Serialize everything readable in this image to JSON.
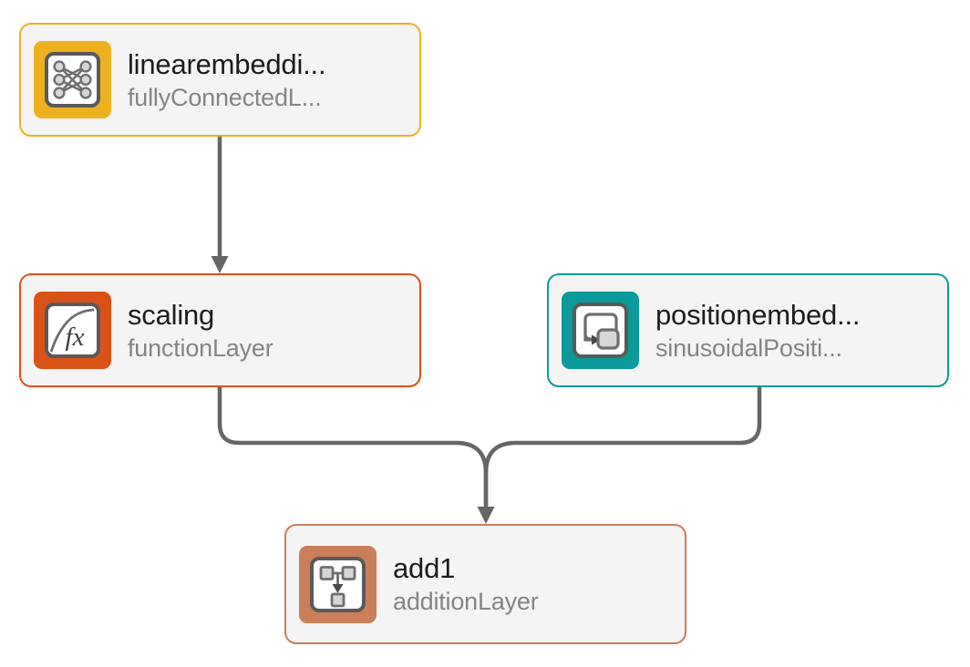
{
  "diagram": {
    "type": "neural-network-layer-graph",
    "background_color": "#ffffff",
    "card_fill_color": "#f4f4f4",
    "edge_color": "#666666",
    "title_text_color": "#1c1c1c",
    "subtitle_text_color": "#848484",
    "nodes": [
      {
        "id": "linearembedding",
        "title": "linearembeddi...",
        "subtitle": "fullyConnectedL...",
        "accent_color": "#edb120",
        "icon_name": "fully-connected-layer-icon"
      },
      {
        "id": "scaling",
        "title": "scaling",
        "subtitle": "functionLayer",
        "accent_color": "#d95319",
        "icon_name": "function-layer-fx-icon"
      },
      {
        "id": "positionembedding",
        "title": "positionembed...",
        "subtitle": "sinusoidalPositi...",
        "accent_color": "#0c9a9a",
        "icon_name": "sinusoidal-position-embedding-icon"
      },
      {
        "id": "add1",
        "title": "add1",
        "subtitle": "additionLayer",
        "accent_color": "#ca7f5a",
        "icon_name": "addition-layer-icon"
      }
    ],
    "edges": [
      {
        "id": "edge-linearembedding-to-scaling",
        "from": "linearembedding",
        "to": "scaling"
      },
      {
        "id": "edge-scaling-to-add1",
        "from": "scaling",
        "to": "add1"
      },
      {
        "id": "edge-positionembedding-to-add1",
        "from": "positionembedding",
        "to": "add1"
      }
    ]
  }
}
